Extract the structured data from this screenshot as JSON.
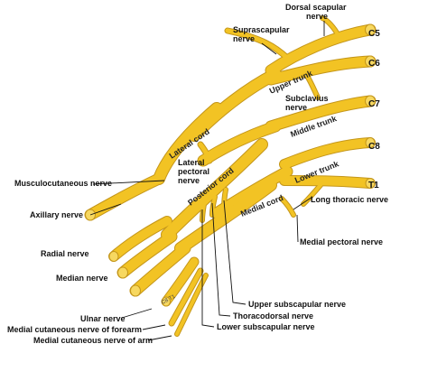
{
  "diagram": {
    "colors": {
      "nerve_fill": "#f2c324",
      "nerve_outline": "#c4961a",
      "leader": "#111111",
      "background": "#ffffff"
    },
    "roots": [
      "C5",
      "C6",
      "C7",
      "C8",
      "T1"
    ],
    "trunks": [
      "Upper trunk",
      "Middle trunk",
      "Lower trunk"
    ],
    "cords": [
      "Lateral cord",
      "Posterior cord",
      "Medial cord"
    ],
    "small_mark": "C8 T1",
    "labels": {
      "dorsal_scapular": "Dorsal scapular\nnerve",
      "suprascapular": "Suprascapular\nnerve",
      "subclavius": "Subclavius\nnerve",
      "lateral_pectoral": "Lateral\npectoral\nnerve",
      "musculocutaneous": "Musculocutaneous nerve",
      "axillary": "Axillary nerve",
      "radial": "Radial nerve",
      "median": "Median nerve",
      "ulnar": "Ulnar nerve",
      "medial_cutaneous_forearm": "Medial cutaneous nerve of forearm",
      "medial_cutaneous_arm": "Medial cutaneous nerve of arm",
      "long_thoracic": "Long thoracic nerve",
      "medial_pectoral": "Medial pectoral nerve",
      "upper_subscapular": "Upper subscapular nerve",
      "thoracodorsal": "Thoracodorsal nerve",
      "lower_subscapular": "Lower subscapular nerve"
    }
  }
}
